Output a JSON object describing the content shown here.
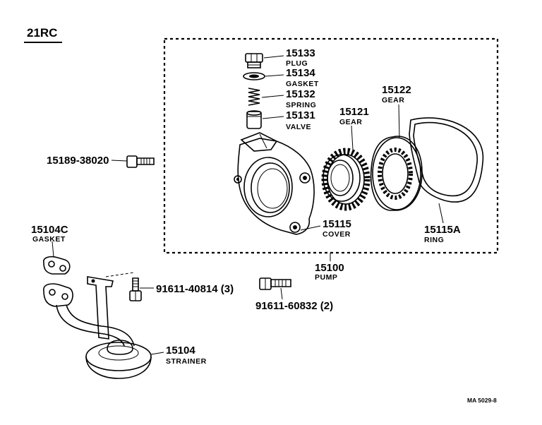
{
  "header": {
    "model": "21RC"
  },
  "parts": {
    "plug": {
      "number": "15133",
      "name": "PLUG"
    },
    "gasket_plug": {
      "number": "15134",
      "name": "GASKET"
    },
    "spring": {
      "number": "15132",
      "name": "SPRING"
    },
    "valve": {
      "number": "15131",
      "name": "VALVE"
    },
    "drive_gear": {
      "number": "15121",
      "name": "GEAR"
    },
    "driven_gear": {
      "number": "15122",
      "name": "GEAR"
    },
    "bolt_cover": {
      "number": "15189-38020"
    },
    "gasket_strainer": {
      "number": "15104C",
      "name": "GASKET"
    },
    "cover": {
      "number": "15115",
      "name": "COVER"
    },
    "ring": {
      "number": "15115A",
      "name": "RING"
    },
    "pump": {
      "number": "15100",
      "name": "PUMP"
    },
    "bolt_small": {
      "number": "91611-40814 (3)"
    },
    "bolt_pump": {
      "number": "91611-60832 (2)"
    },
    "strainer": {
      "number": "15104",
      "name": "STRAINER"
    }
  },
  "footer": {
    "reference": "MA 5029-8"
  }
}
